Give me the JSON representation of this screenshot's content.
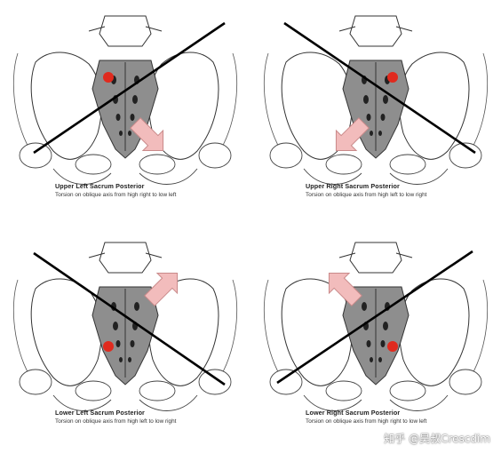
{
  "panels": [
    {
      "title": "Upper Left Sacrum Posterior",
      "subtitle": "Torsion on oblique axis from high right to low left"
    },
    {
      "title": "Upper Right Sacrum Posterior",
      "subtitle": "Torsion on oblique axis from high left to low right"
    },
    {
      "title": "Lower Left Sacrum Posterior",
      "subtitle": "Torsion on oblique axis from high left to low right"
    },
    {
      "title": "Lower Right Sacrum Posterior",
      "subtitle": "Torsion on oblique axis from high right to low left"
    }
  ],
  "watermark": "知乎 @昊叔Crescdim",
  "colors": {
    "sacrum": "#8e8e8e",
    "dot": "#e02a1e",
    "arrow": "#f2bcbc",
    "arrow_stroke": "#c98a8a",
    "line": "#000000"
  }
}
